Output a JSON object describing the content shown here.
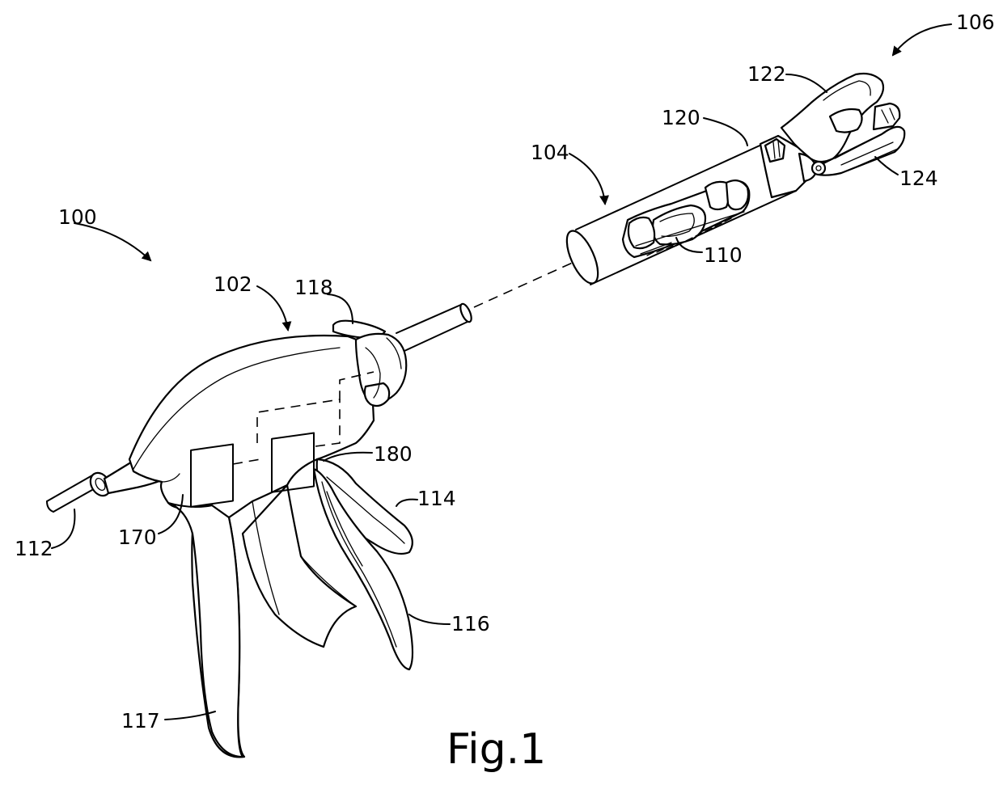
{
  "figure": {
    "caption": "Fig.1",
    "reference_numerals": {
      "device": "100",
      "handle_assembly": "102",
      "shaft_assembly": "104",
      "end_effector": "106",
      "shaft_feature": "110",
      "cable": "112",
      "trigger_front": "114",
      "trigger_rear": "116",
      "grip": "117",
      "rotation_knob": "118",
      "shaft": "120",
      "jaw_upper": "122",
      "jaw_lower": "124",
      "circuit_170": "170",
      "circuit_180": "180"
    }
  }
}
